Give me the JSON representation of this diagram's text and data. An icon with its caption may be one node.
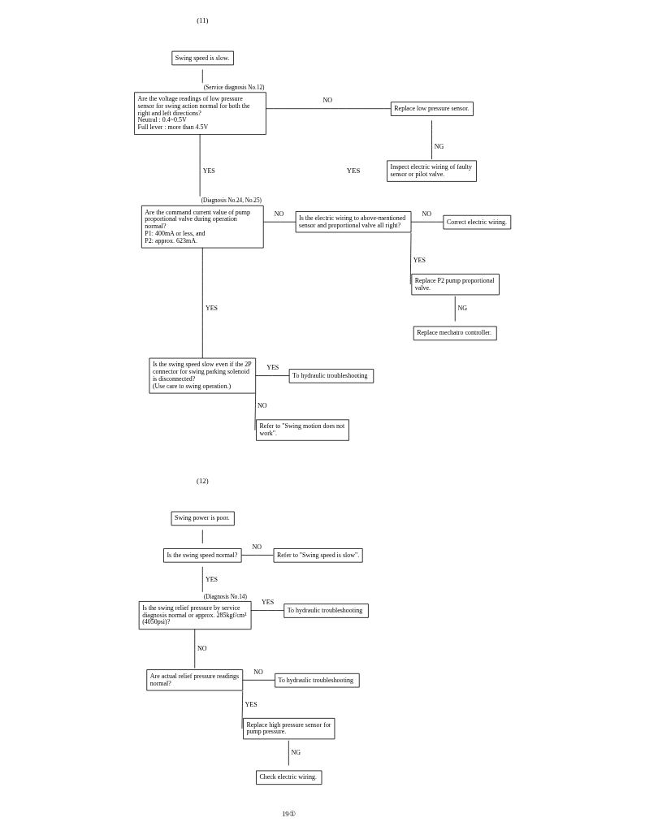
{
  "diagram": {
    "nodes": [
      {
        "text": [
          "Swing speed is slow."
        ]
      },
      {
        "text": [
          "Are the voltage readings of low pressure sensor for swing action normal for both the right and left directions?",
          "Neutral : 0.4~0.5V",
          "Full lever : more than 4.5V"
        ],
        "beside": [
          "(Service diagnosis No.12)"
        ]
      },
      {
        "text": [
          "Replace low pressure sensor."
        ]
      },
      {
        "text": [
          "Inspect electric wiring of faulty sensor or pilot valve."
        ]
      },
      {
        "text": [
          "Are the command current value of pump proportional valve during operation normal?",
          "P1: 400mA or less, and",
          "P2: approx. 623mA."
        ],
        "beside": [
          "(Diagnosis No.24, No.25)"
        ]
      },
      {
        "text": [
          "Is the electric wiring to above-mentioned sensor and proportional valve all right?"
        ]
      },
      {
        "text": [
          "Correct electric wiring."
        ]
      },
      {
        "text": [
          "Replace P2 pump proportional valve."
        ]
      },
      {
        "text": [
          "Replace mechatro controller."
        ]
      },
      {
        "text": [
          "Is the swing speed slow even if the 2P connector for swing parking solenoid is disconnected?",
          "(Use care to swing operation.)"
        ]
      },
      {
        "text": [
          "To hydraulic troubleshooting"
        ]
      },
      {
        "text": [
          "Refer to \"Swing motion does not work\"."
        ]
      },
      {
        "text": [
          "Swing power is poor."
        ]
      },
      {
        "text": [
          "Is the swing speed normal?"
        ]
      },
      {
        "text": [
          "Refer to \"Swing speed is slow\"."
        ]
      },
      {
        "text": [
          "Is the swing relief pressure by service diagnosis normal or approx. 285kgf/cm² (4050psi)?"
        ],
        "beside": [
          "(Diagnosis No.14)"
        ]
      },
      {
        "text": [
          "To hydraulic troubleshooting"
        ]
      },
      {
        "text": [
          "Are actual relief pressure readings normal?"
        ]
      },
      {
        "text": [
          "To hydraulic troubleshooting"
        ]
      },
      {
        "text": [
          "Replace high pressure sensor for pump pressure."
        ]
      },
      {
        "text": [
          "Check electric wiring."
        ]
      }
    ],
    "edges": [
      {
        "from": 0,
        "to": 1,
        "arrow": "none"
      },
      {
        "from": 1,
        "to": 2,
        "arrow": "none",
        "label": "NO"
      },
      {
        "from": 2,
        "to": 3,
        "arrow": "none",
        "label": "NG"
      },
      {
        "from": 1,
        "to": 4,
        "arrow": "none",
        "label": "YES"
      },
      {
        "from": 4,
        "to": 5,
        "arrow": "none",
        "label": "NO"
      },
      {
        "from": 5,
        "to": 6,
        "arrow": "none",
        "label": "NO"
      },
      {
        "from": 5,
        "to": 7,
        "arrow": "none",
        "label": "YES"
      },
      {
        "from": 7,
        "to": 8,
        "arrow": "none",
        "label": "NG"
      },
      {
        "from": 4,
        "to": 9,
        "arrow": "none",
        "label": "YES"
      },
      {
        "from": 9,
        "to": 10,
        "arrow": "none",
        "label": "YES"
      },
      {
        "from": 9,
        "to": 11,
        "arrow": "none",
        "label": "NO"
      },
      {
        "from": 12,
        "to": 13,
        "arrow": "none"
      },
      {
        "from": 13,
        "to": 14,
        "arrow": "none",
        "label": "NO"
      },
      {
        "from": 13,
        "to": 15,
        "arrow": "none",
        "label": "YES"
      },
      {
        "from": 15,
        "to": 16,
        "arrow": "none",
        "label": "YES"
      },
      {
        "from": 15,
        "to": 17,
        "arrow": "none",
        "label": "NO"
      },
      {
        "from": 17,
        "to": 18,
        "arrow": "none",
        "label": "NO"
      },
      {
        "from": 17,
        "to": 19,
        "arrow": "none",
        "label": "YES"
      },
      {
        "from": 19,
        "to": 20,
        "arrow": "none",
        "label": "NG"
      }
    ],
    "labels": [
      "(11)",
      "YES",
      "(12)",
      "19①"
    ]
  }
}
